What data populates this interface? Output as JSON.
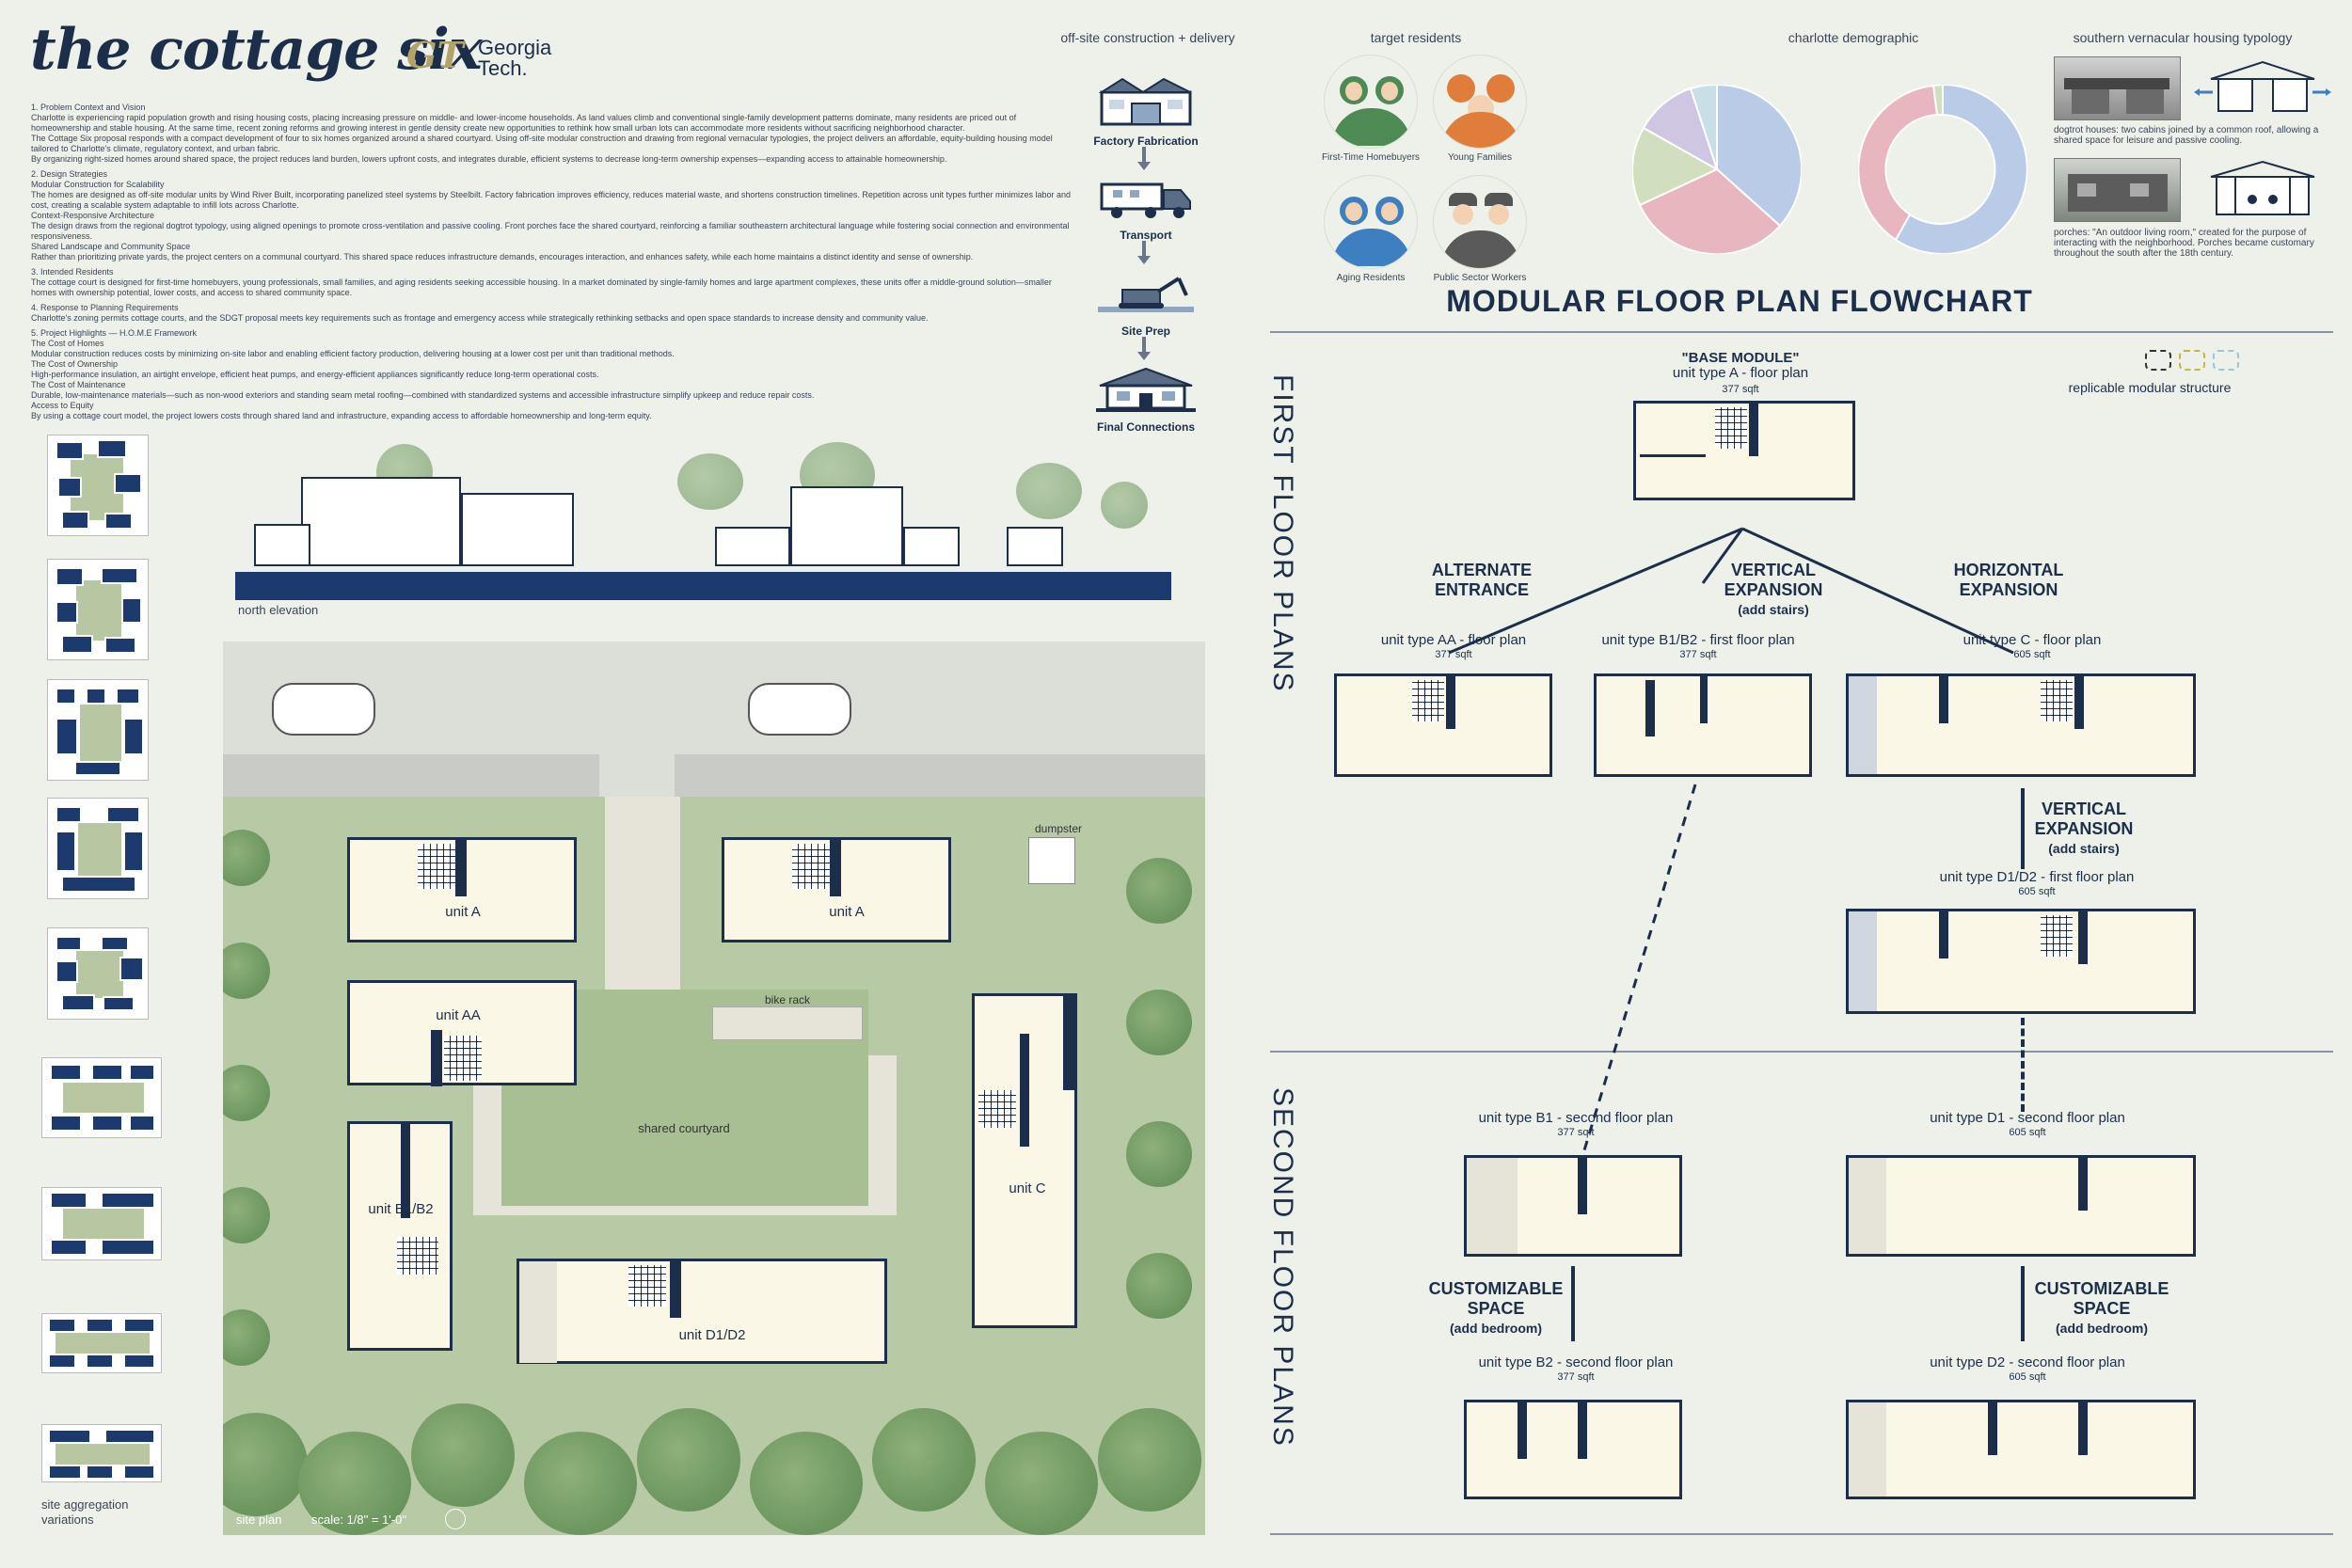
{
  "header": {
    "title": "the cottage six",
    "school_mark": "GT",
    "school_name_line1": "Georgia",
    "school_name_line2": "Tech."
  },
  "intro_text": [
    "1. Problem Context and Vision",
    "Charlotte is experiencing rapid population growth and rising housing costs, placing increasing pressure on middle- and lower-income households. As land values climb and conventional single-family development patterns dominate, many residents are priced out of homeownership and stable housing. At the same time, recent zoning reforms and growing interest in gentle density create new opportunities to rethink how small urban lots can accommodate more residents without sacrificing neighborhood character.",
    "The Cottage Six proposal responds with a compact development of four to six homes organized around a shared courtyard. Using off-site modular construction and drawing from regional vernacular typologies, the project delivers an affordable, equity-building housing model tailored to Charlotte's climate, regulatory context, and urban fabric.",
    "By organizing right-sized homes around shared space, the project reduces land burden, lowers upfront costs, and integrates durable, efficient systems to decrease long-term ownership expenses—expanding access to attainable homeownership.",
    "2. Design Strategies",
    "Modular Construction for Scalability",
    " The homes are designed as off-site modular units by Wind River Built, incorporating panelized steel systems by Steelbilt. Factory fabrication improves efficiency, reduces material waste, and shortens construction timelines. Repetition across unit types further minimizes labor and cost, creating a scalable system adaptable to infill lots across Charlotte.",
    "Context-Responsive Architecture",
    " The design draws from the regional dogtrot typology, using aligned openings to promote cross-ventilation and passive cooling. Front porches face the shared courtyard, reinforcing a familiar southeastern architectural language while fostering social connection and environmental responsiveness.",
    "Shared Landscape and Community Space",
    " Rather than prioritizing private yards, the project centers on a communal courtyard. This shared space reduces infrastructure demands, encourages interaction, and enhances safety, while each home maintains a distinct identity and sense of ownership.",
    "3. Intended Residents",
    "The cottage court is designed for first-time homebuyers, young professionals, small families, and aging residents seeking accessible housing. In a market dominated by single-family homes and large apartment complexes, these units offer a middle-ground solution—smaller homes with ownership potential, lower costs, and access to shared community space.",
    "4. Response to Planning Requirements",
    "Charlotte's zoning permits cottage courts, and the SDGT proposal meets key requirements such as frontage and emergency access while strategically rethinking setbacks and open space standards to increase density and community value.",
    "5. Project Highlights — H.O.M.E Framework",
    "The Cost of Homes",
    " Modular construction reduces costs by minimizing on-site labor and enabling efficient factory production, delivering housing at a lower cost per unit than traditional methods.",
    "The Cost of Ownership",
    " High-performance insulation, an airtight envelope, efficient heat pumps, and energy-efficient appliances significantly reduce long-term operational costs.",
    "The Cost of Maintenance",
    " Durable, low-maintenance materials—such as non-wood exteriors and standing seam metal roofing—combined with standardized systems and accessible infrastructure simplify upkeep and reduce repair costs.",
    "Access to Equity",
    " By using a cottage court model, the project lowers costs through shared land and infrastructure, expanding access to affordable homeownership and long-term equity."
  ],
  "offsite": {
    "heading": "off-site construction + delivery",
    "steps": [
      "Factory Fabrication",
      "Transport",
      "Site Prep",
      "Final Connections"
    ]
  },
  "residents": {
    "heading": "target residents",
    "groups": [
      "First-Time Homebuyers",
      "Young Families",
      "Aging Residents",
      "Public Sector Workers"
    ]
  },
  "demographic": {
    "heading": "charlotte demographic"
  },
  "vernacular": {
    "heading": "southern vernacular housing typology",
    "dogtrot_caption": "dogtrot houses: two cabins joined by a common roof, allowing a shared space for leisure and passive cooling.",
    "porch_caption": "porches: \"An outdoor living room,\" created for the purpose of interacting with the neighborhood. Porches became customary throughout the south after the 18th century."
  },
  "site": {
    "elevation_label": "north elevation",
    "site_plan_label": "site plan",
    "scale_label": "scale: 1/8\" = 1'-0\"",
    "aggregation_label_1": "site aggregation",
    "aggregation_label_2": "variations",
    "units": {
      "unit_a": "unit A",
      "unit_aa": "unit AA",
      "unit_b1b2": "unit B1/B2",
      "unit_c": "unit C",
      "unit_d1d2": "unit D1/D2"
    },
    "dumpster": "dumpster",
    "bike_rack": "bike rack",
    "courtyard": "shared courtyard"
  },
  "flowchart": {
    "title": "MODULAR FLOOR PLAN FLOWCHART",
    "first_floor": "FIRST FLOOR PLANS",
    "second_floor": "SECOND FLOOR PLANS",
    "base_module_title": "\"BASE MODULE\"",
    "base_module_sub": "unit type A - floor plan",
    "base_sqft": "377 sqft",
    "replicable": "replicable modular structure",
    "branches": {
      "alt_entrance_1": "ALTERNATE",
      "alt_entrance_2": "ENTRANCE",
      "vert_exp_1": "VERTICAL",
      "vert_exp_2": "EXPANSION",
      "vert_exp_sub": "(add stairs)",
      "horiz_exp_1": "HORIZONTAL",
      "horiz_exp_2": "EXPANSION",
      "custom_1": "CUSTOMIZABLE",
      "custom_2": "SPACE",
      "custom_sub": "(add bedroom)"
    },
    "plans": {
      "aa": "unit type AA - floor plan",
      "aa_sqft": "377 sqft",
      "b1b2": "unit type B1/B2 - first floor plan",
      "b1b2_sqft": "377 sqft",
      "c": "unit type C - floor plan",
      "c_sqft": "605 sqft",
      "d1d2": "unit type D1/D2 - first floor plan",
      "d1d2_sqft": "605 sqft",
      "b1": "unit type B1 - second floor plan",
      "b1_sqft": "377 sqft",
      "d1": "unit type D1 - second floor plan",
      "d1_sqft": "605 sqft",
      "b2": "unit type B2 - second floor plan",
      "b2_sqft": "377 sqft",
      "d2": "unit type D2 - second floor plan",
      "d2_sqft": "605 sqft"
    }
  },
  "colors": {
    "navy": "#1c2e4a",
    "background": "#eef1ea",
    "pie_blue": "#b9cbe6",
    "pie_pink": "#e8b6bf",
    "pie_green": "#d2dfbe",
    "pie_lilac": "#cfc6e2"
  }
}
